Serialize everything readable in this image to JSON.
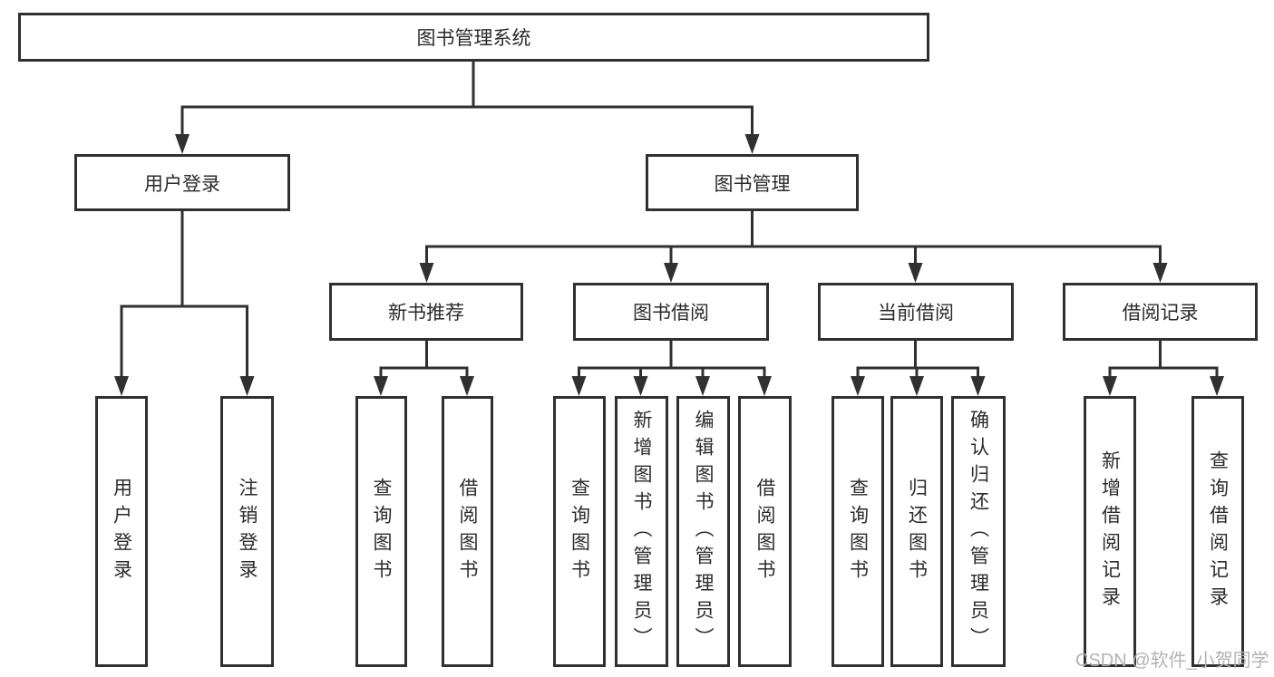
{
  "tree": {
    "root": {
      "label": "图书管理系统"
    },
    "branches": [
      {
        "label": "用户登录",
        "children": [
          {
            "label": "用户登录"
          },
          {
            "label": "注销登录"
          }
        ]
      },
      {
        "label": "图书管理",
        "children": [
          {
            "label": "新书推荐",
            "children": [
              {
                "label": "查询图书"
              },
              {
                "label": "借阅图书"
              }
            ]
          },
          {
            "label": "图书借阅",
            "children": [
              {
                "label": "查询图书"
              },
              {
                "label": "新增图书（管理员）"
              },
              {
                "label": "编辑图书（管理员）"
              },
              {
                "label": "借阅图书"
              }
            ]
          },
          {
            "label": "当前借阅",
            "children": [
              {
                "label": "查询图书"
              },
              {
                "label": "归还图书"
              },
              {
                "label": "确认归还（管理员）"
              }
            ]
          },
          {
            "label": "借阅记录",
            "children": [
              {
                "label": "新增借阅记录"
              },
              {
                "label": "查询借阅记录"
              }
            ]
          }
        ]
      }
    ]
  },
  "watermark": "CSDN @软件_小贺同学",
  "colors": {
    "line": "#303030",
    "text": "#2b2b2b",
    "watermark": "#b3b3b3",
    "bg": "#ffffff"
  }
}
